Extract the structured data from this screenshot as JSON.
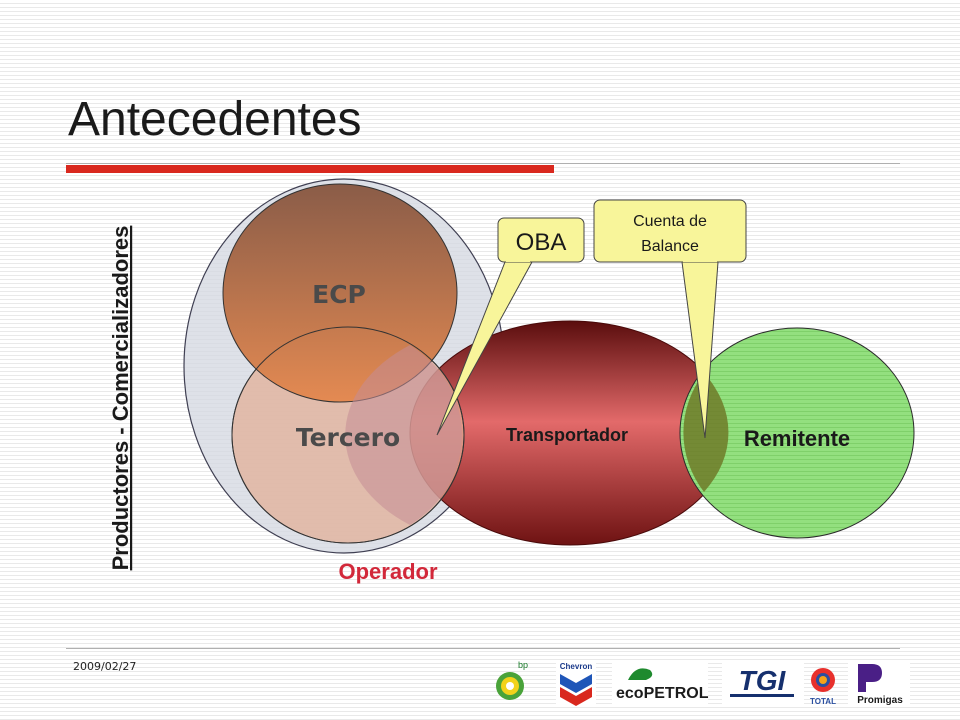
{
  "slide": {
    "title": "Antecedentes",
    "date": "2009/02/27"
  },
  "diagram": {
    "vertical_label": "Productores - Comercializadores",
    "ecp": "ECP",
    "tercero": "Tercero",
    "transportador": "Transportador",
    "remitente": "Remitente",
    "operador": "Operador",
    "callout_oba": "OBA",
    "callout_balance_line1": "Cuenta de",
    "callout_balance_line2": "Balance"
  },
  "logos": {
    "bp": "bp",
    "chevron": "Chevron",
    "ecopetrol": "ecoPETROL",
    "tgi": "TGI",
    "total": "TOTAL",
    "promigas": "Promigas"
  },
  "colors": {
    "accent": "#d9281e",
    "operador_text": "#d2283a"
  }
}
